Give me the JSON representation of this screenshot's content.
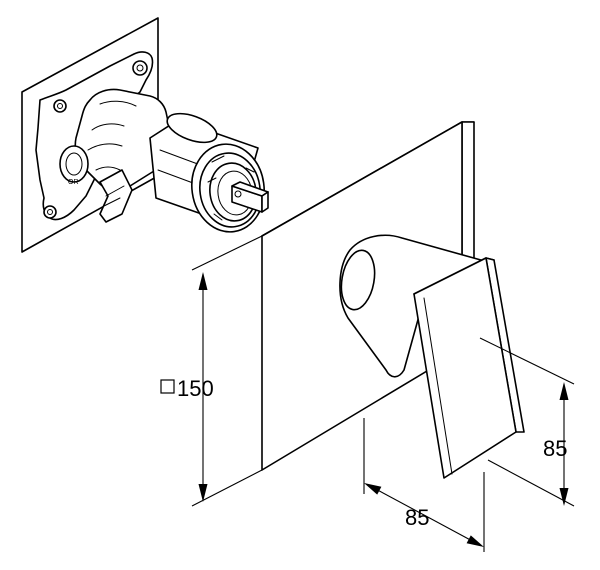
{
  "labels": {
    "square_symbol": "□",
    "plate_size": "150",
    "handle_height": "85",
    "handle_depth": "85",
    "valve_mark": "OR"
  },
  "colors": {
    "line": "#000000",
    "background": "#ffffff"
  }
}
